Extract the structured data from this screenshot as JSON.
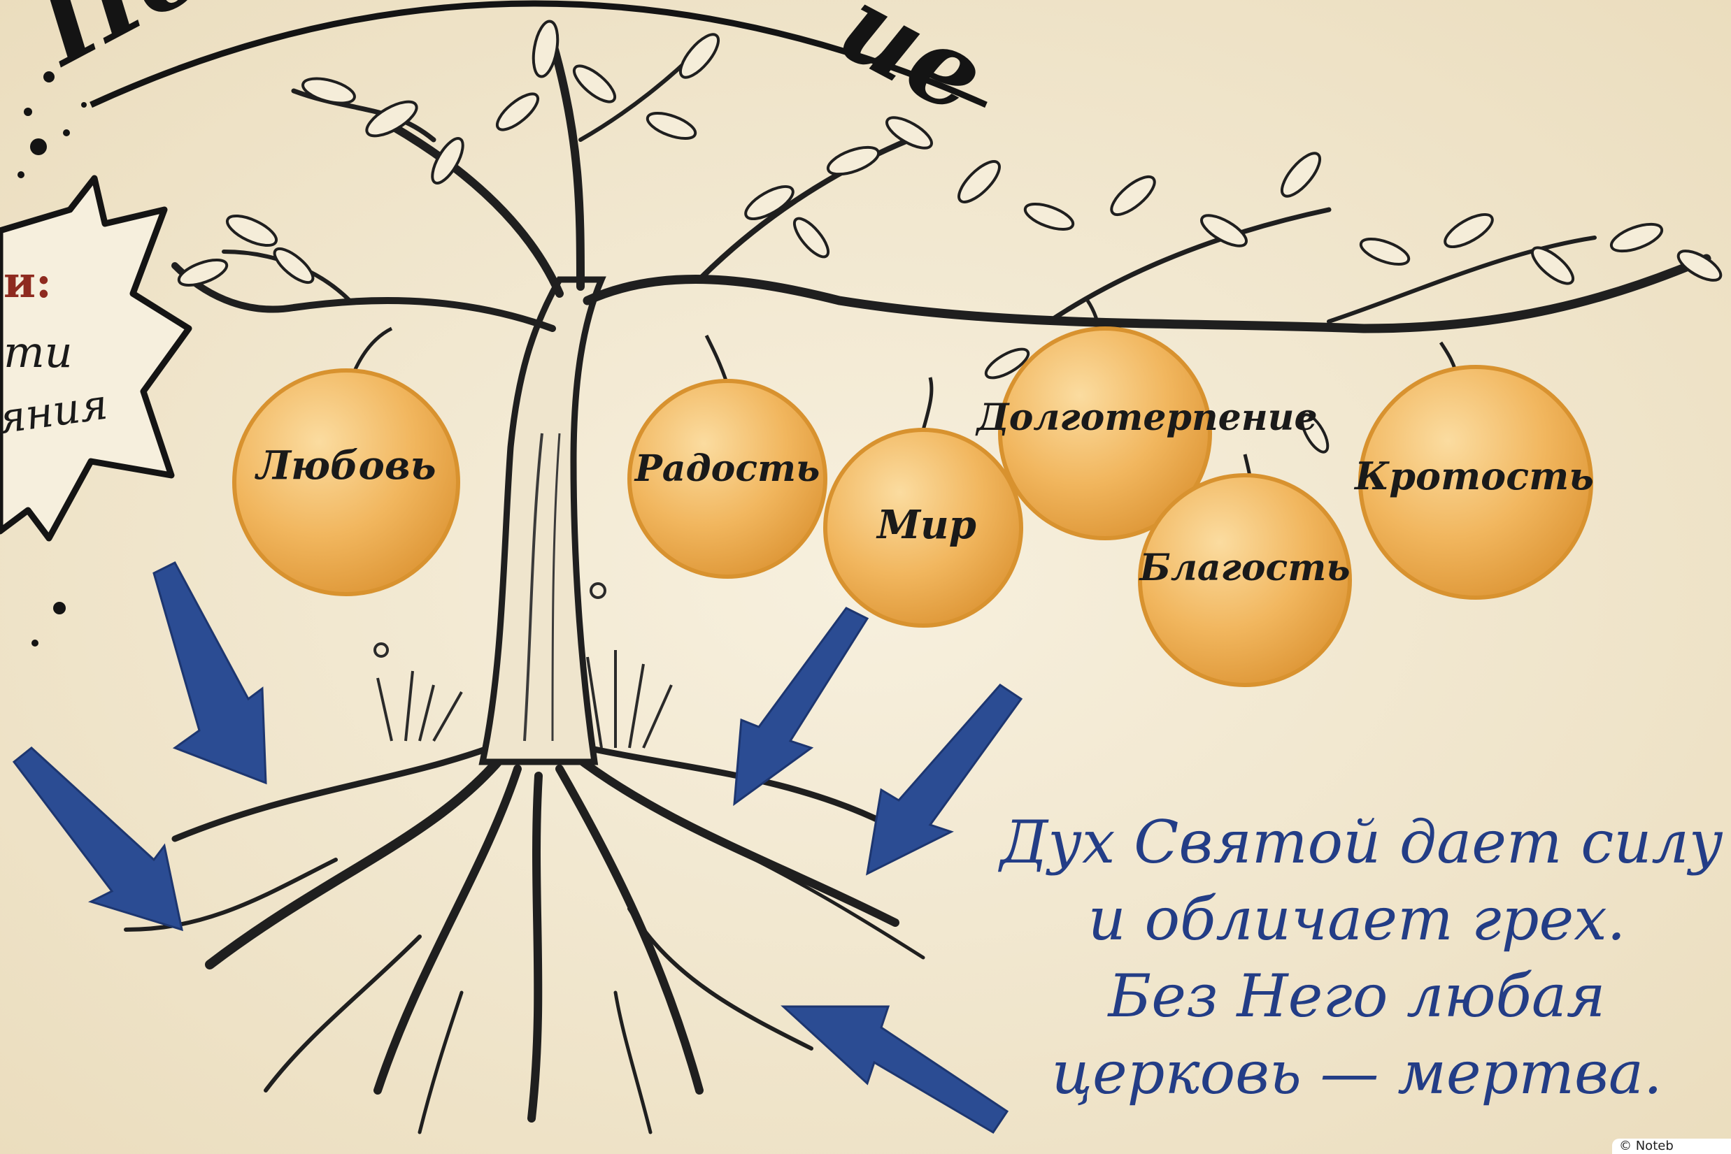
{
  "title_fragments": {
    "left": "По",
    "right": "ие"
  },
  "bubble": {
    "line1": "и:",
    "line2": "ти",
    "line3": "яния"
  },
  "fruits": [
    {
      "id": "lyubov",
      "label": "Любовь"
    },
    {
      "id": "radost",
      "label": "Радость"
    },
    {
      "id": "mir",
      "label": "Мир"
    },
    {
      "id": "dolgoterpenie",
      "label": "Долготерпение"
    },
    {
      "id": "blagost",
      "label": "Благость"
    },
    {
      "id": "krotost",
      "label": "Кротость"
    }
  ],
  "caption": {
    "line1": "Дух Святой дает силу",
    "line2": "и обличает грех.",
    "line3": "Без Него любая",
    "line4": "церковь — мертва."
  },
  "credit": "© Noteb",
  "colors": {
    "background": "#f3ead6",
    "fruit": "#efb257",
    "fruit_edge": "#d8922f",
    "ink": "#1a1a1a",
    "arrow_blue": "#2b4c93",
    "caption_blue": "#233d86"
  }
}
